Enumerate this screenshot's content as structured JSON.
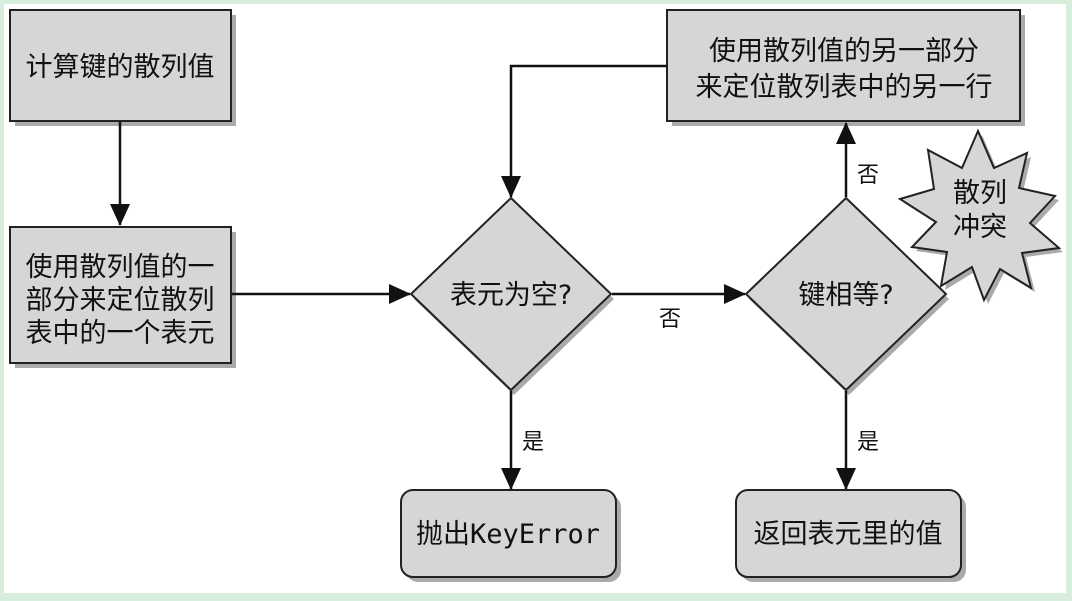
{
  "nodes": {
    "compute_hash": "计算键的散列值",
    "locate_slot": [
      "使用散列值的一",
      "部分来定位散列",
      "表中的一个表元"
    ],
    "next_slot": [
      "使用散列值的另一部分",
      "来定位散列表中的另一行"
    ],
    "bucket_empty": "表元为空?",
    "key_equal": "键相等?",
    "raise_keyerror": "抛出KeyError",
    "return_value": "返回表元里的值",
    "collision": [
      "散列",
      "冲突"
    ]
  },
  "edges": {
    "empty_no": "否",
    "empty_yes": "是",
    "equal_no": "否",
    "equal_yes": "是"
  },
  "colors": {
    "box_fill": "#d6d6d6",
    "box_stroke": "#222222",
    "shadow": "#aaaaaa",
    "background": "#ffffff",
    "frame": "#d8eedd"
  }
}
